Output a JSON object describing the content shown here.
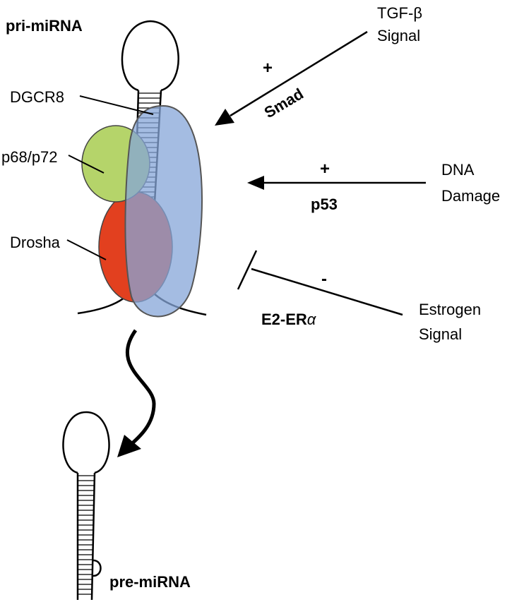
{
  "labels": {
    "pri_mirna": "pri-miRNA",
    "pre_mirna": "pre-miRNA",
    "dgcr8": "DGCR8",
    "p68_p72": "p68/p72",
    "drosha": "Drosha"
  },
  "signals": {
    "tgf": {
      "line1": "TGF-β",
      "line2": "Signal",
      "effector": "Smad",
      "sign": "+"
    },
    "dna": {
      "line1": "DNA",
      "line2": "Damage",
      "effector": "p53",
      "sign": "+"
    },
    "estrogen": {
      "line1": "Estrogen",
      "line2": "Signal",
      "effector_prefix": "E2-ER",
      "effector_greek": "α",
      "sign": "-"
    }
  },
  "colors": {
    "p68_p72": "#b5d46a",
    "drosha": "#e2401f",
    "dgcr8": "#86a6d8"
  }
}
